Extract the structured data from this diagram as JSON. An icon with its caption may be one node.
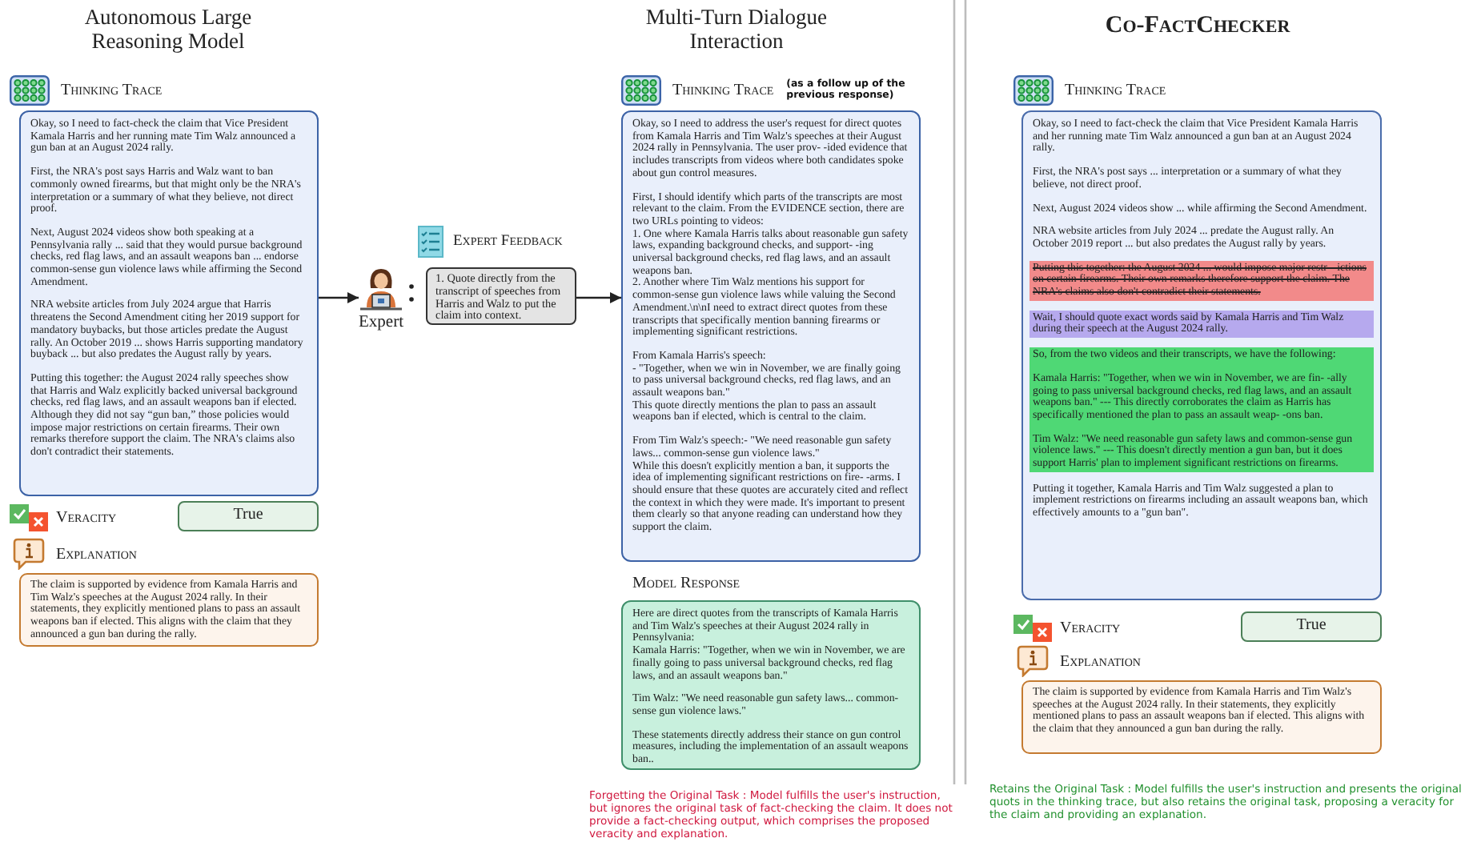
{
  "diagram": {
    "nodes": [
      {
        "text": [
          "Thinking Trace",
          "Okay, so I need to fact-check the claim that Vice President Kamala Harris and her running mate Tim Walz announced a gun ban at an August 2024 rally.",
          "First, the NRA's post says Harris and Walz want to ban commonly owned firearms, but that might only be the NRA's interpretation or a summary of what they believe, not direct proof.",
          "Next, August 2024 videos show both speaking at a Pennsylvania rally ... said that they would pursue background checks, red flag laws, and an assault weapons ban ... endorse common-sense gun violence laws while affirming the Second Amendment.",
          "NRA website articles from July 2024 argue that Harris threatens the Second Amendment citing her 2019 support for mandatory buybacks, but those articles predate the August rally. An October 2019 ... shows Harris supporting mandatory buyback ... but also predates the August rally by years.",
          "Putting this together: the August 2024 rally speeches show that Harris and Walz explicitly backed universal background checks, red flag laws, and an assault weapons ban if elected. Although they did not say “gun ban,” those policies would impose major restrictions on certain firearms. Their own remarks therefore support the claim. The NRA's claims also don't contradict their statements."
        ]
      },
      {
        "text": [
          "Veracity",
          "True"
        ]
      },
      {
        "text": [
          "Explanation",
          "The claim is supported by evidence from Kamala Harris and Tim Walz's speeches at the August 2024 rally. In their statements, they explicitly mentioned plans to pass an assault weapons ban if elected. This aligns with the claim that they announced a gun ban during the rally."
        ]
      },
      {
        "text": [
          "Expert"
        ]
      },
      {
        "text": [
          "Expert Feedback",
          "1. Quote directly from the transcript of speeches from Harris and Walz to put the claim into context."
        ]
      },
      {
        "text": [
          "Thinking Trace",
          "(as a follow up of the previous response)",
          "Okay, so I need to address the user's request for direct quotes from Kamala Harris and Tim Walz's speeches at their August 2024 rally in Pennsylvania. The user prov- -ided evidence that includes transcripts from videos where both candidates spoke about gun control measures.",
          "First, I should identify which parts of the transcripts are most relevant to the claim. From the EVIDENCE section, there are two URLs pointing to videos:",
          "1. One where Kamala Harris talks about reasonable gun safety laws, expanding background checks, and support- -ing universal background checks, red flag laws, and an assault weapons ban.",
          "2. Another where Tim Walz mentions his support for common-sense gun violence laws while valuing the Second Amendment.\\n\\nI need to extract direct quotes from these transcripts that specifically mention banning firearms or implementing significant restrictions.",
          "From Kamala Harris's speech:",
          "- \"Together, when we win in November, we are finally going to pass universal background checks, red flag laws, and an assault weapons ban.\"",
          "This quote directly mentions the plan to pass an assault weapons ban if elected, which is central to the claim.",
          "From Tim Walz's speech:- \"We need reasonable gun safety laws... common-sense gun violence laws.\"",
          "While this doesn't explicitly mention a ban, it supports the idea of implementing significant restrictions on fire- -arms. I should ensure that these quotes are accurately cited and reflect the context in which they were made. It's important to present them clearly so that anyone reading can understand how they support the claim."
        ]
      },
      {
        "text": [
          "Model Response",
          "Here are direct quotes from the transcripts of Kamala Harris and Tim Walz's speeches at their August 2024 rally in Pennsylvania:",
          "Kamala Harris: \"Together, when we win in November, we are finally going to pass universal background checks, red flag laws, and an assault weapons ban.\"",
          "Tim Walz: \"We need reasonable gun safety laws... common-sense gun violence laws.\"",
          "These statements directly address their stance on gun control measures, including the implementation of an assault weapons ban.."
        ]
      },
      {
        "text": [
          "Thinking Trace",
          "Okay, so I need to fact-check the claim that Vice President Kamala Harris and her running mate Tim Walz announced a gun ban at an August 2024 rally.",
          "First, the NRA's post says ... interpretation or a summary of what they believe, not direct proof.",
          "Next, August 2024 videos show ... while affirming the Second Amendment.",
          "NRA website articles from July 2024 ... predate the August rally. An October 2019 report ... but also predates the August rally by years.",
          "Putting it together, Kamala Harris and Tim Walz suggested a plan to implement restrictions on firearms including an assault weapons ban, which effectively amounts to a \"gun ban\"."
        ]
      },
      {
        "text": [
          "Putting this together: the August 2024 ... would impose major restr- -ictions on certain firearms. Their own remarks therefore support the claim. The NRA's claims also don't contradict their statements."
        ],
        "in": 7
      },
      {
        "text": [
          "Wait, I should quote exact words said by Kamala Harris and Tim Walz during their speech at the August 2024 rally."
        ],
        "in": 7
      },
      {
        "text": [
          "So, from the two videos and their transcripts, we have the following:",
          "Kamala Harris: \"Together, when we win in November, we are fin- -ally going to pass universal background checks, red flag laws, and an assault weapons ban.\" --- This directly corroborates the claim as Harris has specifically mentioned the plan to pass an assault weap- -ons ban.",
          "Tim Walz: \"We need reasonable gun safety laws and common-sense gun violence laws.\" --- This doesn't directly mention a gun ban, but it does support Harris' plan to implement significant restrictions on firearms."
        ],
        "in": 7
      },
      {
        "text": [
          "Veracity",
          "True"
        ]
      },
      {
        "text": [
          "Explanation",
          "The claim is supported by evidence from Kamala Harris and Tim Walz's speeches at the August 2024 rally. In their statements, they explicitly mentioned plans to pass an assault weapons ban if elected. This aligns with the claim that they announced a gun ban during the rally."
        ]
      }
    ],
    "edges": [
      {
        "from": 0,
        "to": 3,
        "arrow": "to"
      },
      {
        "from": 4,
        "to": 5,
        "arrow": "to"
      }
    ],
    "labels": [
      "Autonomous Large Reasoning Model",
      "Multi-Turn Dialogue Interaction",
      "Co-FactChecker",
      "Forgetting the Original Task : Model fulfills the user's instruction, but ignores the original task of fact-checking the claim. It does not provide a fact-checking output, which comprises the proposed veracity and explanation.",
      "Retains the Original Task : Model fulfills the user's instruction and presents the original quots in the thinking trace, but also retains the original task, proposing a veracity for the claim and providing an explanation."
    ]
  }
}
